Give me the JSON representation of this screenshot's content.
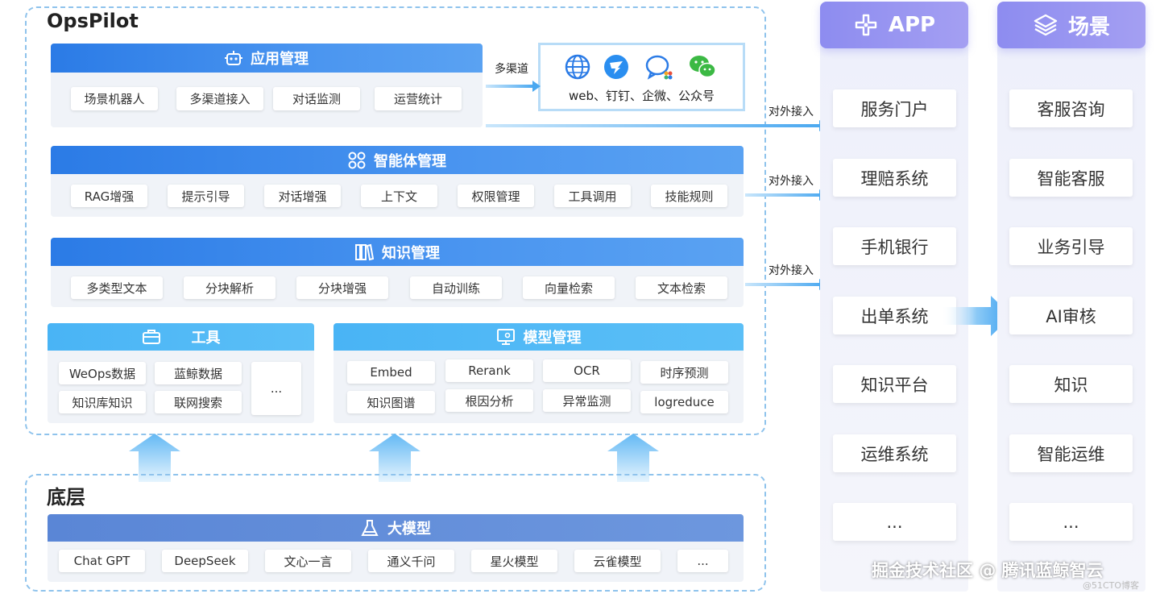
{
  "top": {
    "title": "OpsPilot"
  },
  "app_mgmt": {
    "title": "应用管理",
    "items": [
      "场景机器人",
      "多渠道接入",
      "对话监测",
      "运营统计"
    ]
  },
  "channels": {
    "label": "多渠道",
    "text": "web、钉钉、企微、公众号"
  },
  "agent_mgmt": {
    "title": "智能体管理",
    "items": [
      "RAG增强",
      "提示引导",
      "对话增强",
      "上下文",
      "权限管理",
      "工具调用",
      "技能规则"
    ]
  },
  "knowledge_mgmt": {
    "title": "知识管理",
    "items": [
      "多类型文本",
      "分块解析",
      "分块增强",
      "自动训练",
      "向量检索",
      "文本检索"
    ]
  },
  "tools": {
    "title": "工具",
    "items": [
      "WeOps数据",
      "蓝鲸数据",
      "知识库知识",
      "联网搜索"
    ],
    "more": "..."
  },
  "model_mgmt": {
    "title": "模型管理",
    "items": [
      "Embed",
      "Rerank",
      "OCR",
      "时序预测",
      "知识图谱",
      "根因分析",
      "异常监测",
      "logreduce"
    ]
  },
  "external": {
    "label": "对外接入"
  },
  "bottom": {
    "title": "底层"
  },
  "llm": {
    "title": "大模型",
    "items": [
      "Chat GPT",
      "DeepSeek",
      "文心一言",
      "通义千问",
      "星火模型",
      "云雀模型",
      "..."
    ]
  },
  "app_col": {
    "title": "APP",
    "items": [
      "服务门户",
      "理赔系统",
      "手机银行",
      "出单系统",
      "知识平台",
      "运维系统",
      "..."
    ]
  },
  "scene_col": {
    "title": "场景",
    "items": [
      "客服咨询",
      "智能客服",
      "业务引导",
      "AI审核",
      "知识",
      "智能运维",
      "..."
    ]
  },
  "watermark": {
    "main": "掘金技术社区 @ 腾讯蓝鲸智云",
    "sub": "@51CTO博客"
  },
  "colors": {
    "primary": "#2b7be6",
    "light": "#49b4f5",
    "purple": "#8d8cf0",
    "arrow": "#7cc3f5"
  }
}
